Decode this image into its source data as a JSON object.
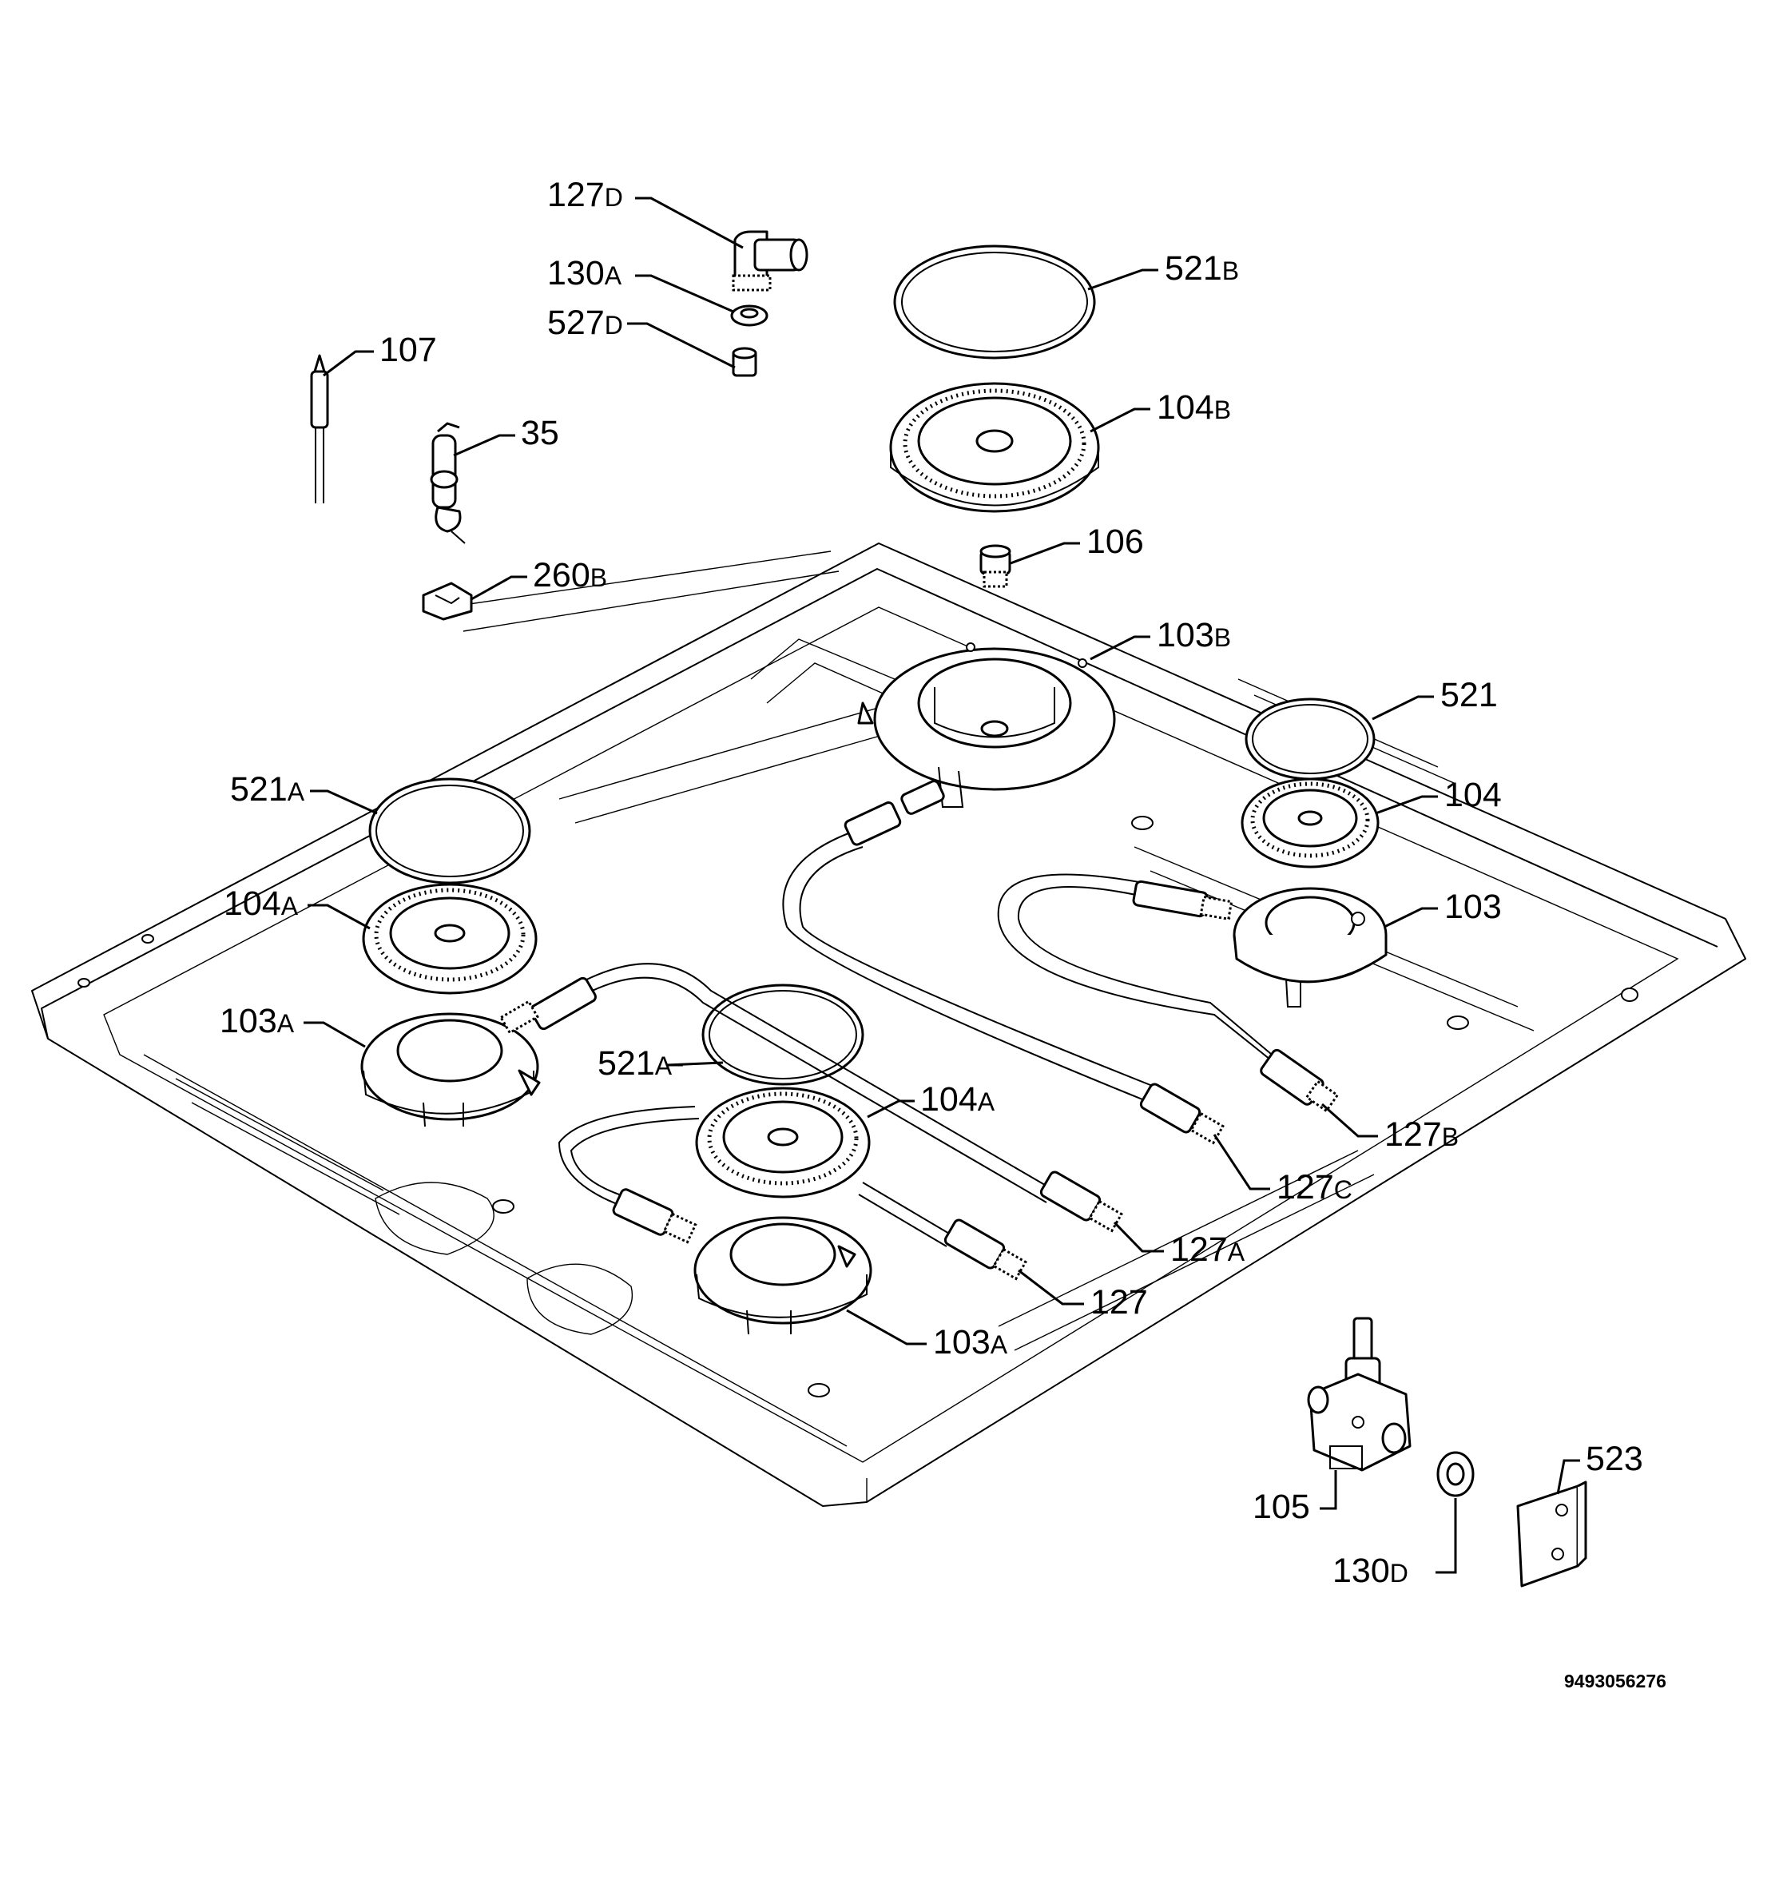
{
  "diagram": {
    "reference_code": "9493056276",
    "labels": {
      "l_127d": {
        "num": "127",
        "sfx": "D"
      },
      "l_130a": {
        "num": "130",
        "sfx": "A"
      },
      "l_527d": {
        "num": "527",
        "sfx": "D"
      },
      "l_107": {
        "num": "107",
        "sfx": ""
      },
      "l_35": {
        "num": "35",
        "sfx": ""
      },
      "l_260b": {
        "num": "260",
        "sfx": "B"
      },
      "l_521b": {
        "num": "521",
        "sfx": "B"
      },
      "l_104b": {
        "num": "104",
        "sfx": "B"
      },
      "l_106": {
        "num": "106",
        "sfx": ""
      },
      "l_103b": {
        "num": "103",
        "sfx": "B"
      },
      "l_521": {
        "num": "521",
        "sfx": ""
      },
      "l_104": {
        "num": "104",
        "sfx": ""
      },
      "l_103": {
        "num": "103",
        "sfx": ""
      },
      "l_521a_1": {
        "num": "521",
        "sfx": "A"
      },
      "l_104a_1": {
        "num": "104",
        "sfx": "A"
      },
      "l_103a_1": {
        "num": "103",
        "sfx": "A"
      },
      "l_521a_2": {
        "num": "521",
        "sfx": "A"
      },
      "l_104a_2": {
        "num": "104",
        "sfx": "A"
      },
      "l_127b": {
        "num": "127",
        "sfx": "B"
      },
      "l_127c": {
        "num": "127",
        "sfx": "C"
      },
      "l_127a": {
        "num": "127",
        "sfx": "A"
      },
      "l_127": {
        "num": "127",
        "sfx": ""
      },
      "l_103a_2": {
        "num": "103",
        "sfx": "A"
      },
      "l_105": {
        "num": "105",
        "sfx": ""
      },
      "l_130d": {
        "num": "130",
        "sfx": "D"
      },
      "l_523": {
        "num": "523",
        "sfx": ""
      }
    }
  }
}
